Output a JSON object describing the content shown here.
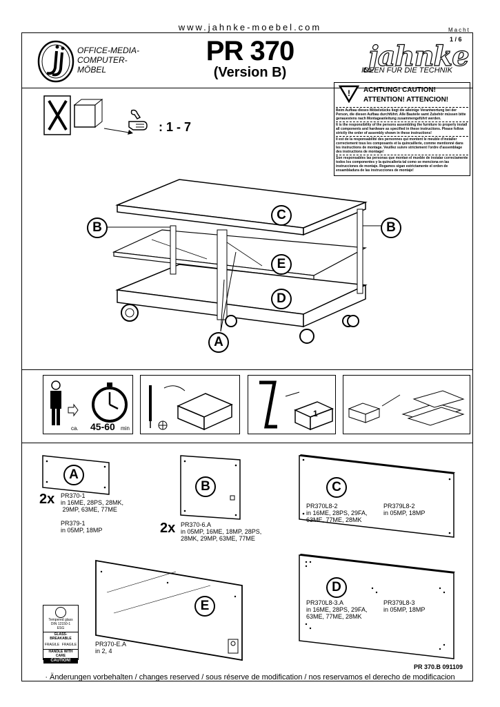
{
  "header": {
    "url": "www.jahnke-moebel.com",
    "macht": "Macht",
    "page": "1 / 6",
    "tagline": [
      "OFFICE-MEDIA-",
      "COMPUTER-",
      "MÖBEL"
    ],
    "model": "PR 370",
    "version": "(Version B)",
    "brand": "jahnke",
    "brand_tagline": "IDEEN FÜR DIE TECHNIK"
  },
  "caution": {
    "title1": "ACHTUNG! CAUTION!",
    "title2": "ATTENTION! ATTENCION!",
    "de": "Beim Aufbau dieses Möbelstücks liegt die alleinige Verantwortung bei der Person, die diesen Aufbau durchführt. Alle Bauteile samt Zubehör müssen bitte genauestens nach Montageanleitung zusammengeführt werden.",
    "en": "It is the responsibility of the persons assembling the furniture to properly install all components and hardware as specified in these instructions. Please follow strictly the order of assembly shown in these instructions!",
    "fr": "Il est de la responsabilité des personnes qui montent le meuble d'installer correctement tous les composants et la quincaillerie, comme mentionné dans les instructions de montage. Veuillez suivre strictement l'ordre d'assemblage des instructions de montage!",
    "es": "Son responsables las personas que montan el mueble de instalar correctamente todos los componentes y la quincallería tal como se menciona en las instrucciones de montaje. Rogamos sigan estrictamente el orden de ensambladura de las instrucciones de montaje!"
  },
  "assembly": {
    "persons": ": 1 - 7",
    "labels": {
      "A": "A",
      "B": "B",
      "C": "C",
      "D": "D",
      "E": "E"
    }
  },
  "tools": {
    "time_prefix": "ca.",
    "time": "45-60",
    "time_unit": "min",
    "box_number": "1"
  },
  "parts": {
    "A": {
      "label": "A",
      "qty": "2x",
      "lines": [
        "PR370-1",
        "in 16ME, 28PS, 28MK,",
        " 29MP, 63ME, 77ME",
        "",
        "PR379-1",
        "in 05MP, 18MP"
      ]
    },
    "B": {
      "label": "B",
      "qty": "2x",
      "lines": [
        "PR370-6.A",
        "in 05MP, 16ME, 18MP, 28PS,",
        "28MK, 29MP, 63ME, 77ME"
      ]
    },
    "C": {
      "label": "C",
      "left": [
        "PR370L8-2",
        "in 16ME, 28PS, 29FA,",
        "63ME, 77ME, 28MK"
      ],
      "right": [
        "PR379L8-2",
        "in 05MP, 18MP"
      ]
    },
    "D": {
      "label": "D",
      "left": [
        "PR370L8-3.A",
        "in 16ME, 28PS, 29FA,",
        "63ME, 77ME, 28MK"
      ],
      "right": [
        "PR379L8-3",
        "in 05MP, 18MP"
      ]
    },
    "E": {
      "label": "E",
      "lines": [
        "PR370-E.A",
        "in 2, 4"
      ]
    }
  },
  "glass_label": {
    "line1": "Tempered glass",
    "line2": "DIN 12150-1",
    "line3": "ESG",
    "breakable": "GLASS-BREAKABLE",
    "fragile1": "FRAGILE",
    "fragile2": "FRAGILE",
    "handle": "HANDLE WITH CARE",
    "caution": "CAUTION!"
  },
  "footer": {
    "code": "PR 370.B  091109",
    "note": "·  Änderungen vorbehalten / changes reserved / sous réserve de modification / nos reservamos el derecho de modificacion"
  }
}
